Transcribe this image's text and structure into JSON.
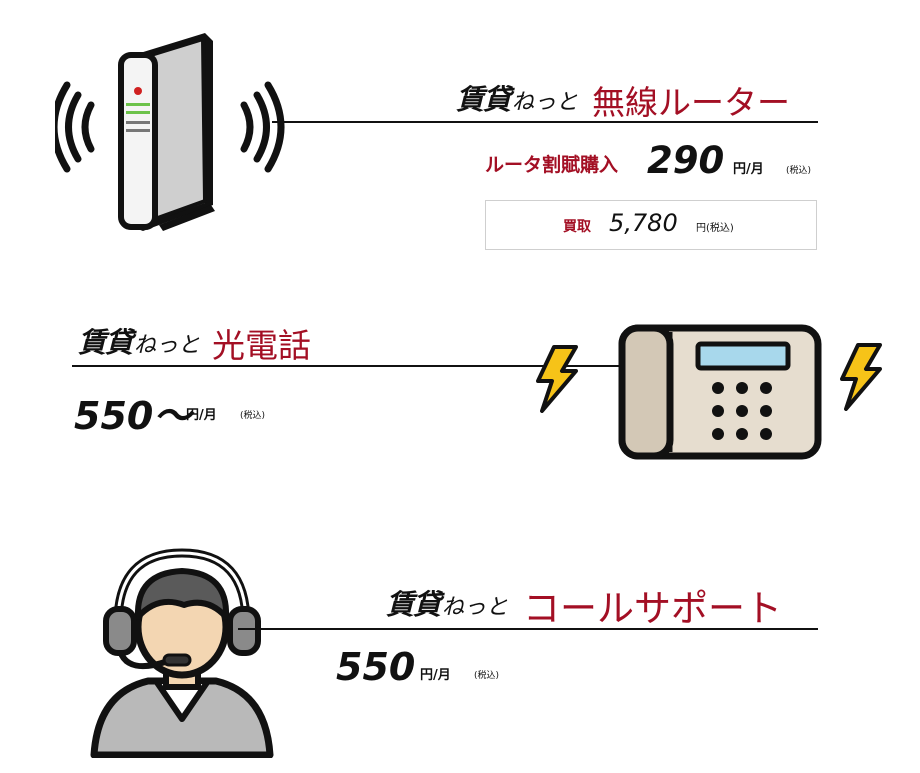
{
  "colors": {
    "accent": "#a30f24",
    "text": "#111111",
    "bolt": "#f6c318"
  },
  "brand": {
    "main": "賃貸",
    "sub": "ねっと"
  },
  "router": {
    "title": "無線ルーター",
    "installment_label": "ルータ割賦購入",
    "installment_price": "290",
    "installment_unit": "円/月",
    "tax_note": "(税込)",
    "purchase_label": "買取",
    "purchase_price": "5,780",
    "purchase_unit": "円(税込)"
  },
  "phone": {
    "title": "光電話",
    "price": "550〜",
    "unit": "円/月",
    "tax_note": "(税込)"
  },
  "support": {
    "title": "コールサポート",
    "price": "550",
    "unit": "円/月",
    "tax_note": "(税込)"
  },
  "icons": [
    "wifi-signal-icon",
    "router-icon",
    "lightning-icon",
    "telephone-icon",
    "headset-operator-icon"
  ]
}
